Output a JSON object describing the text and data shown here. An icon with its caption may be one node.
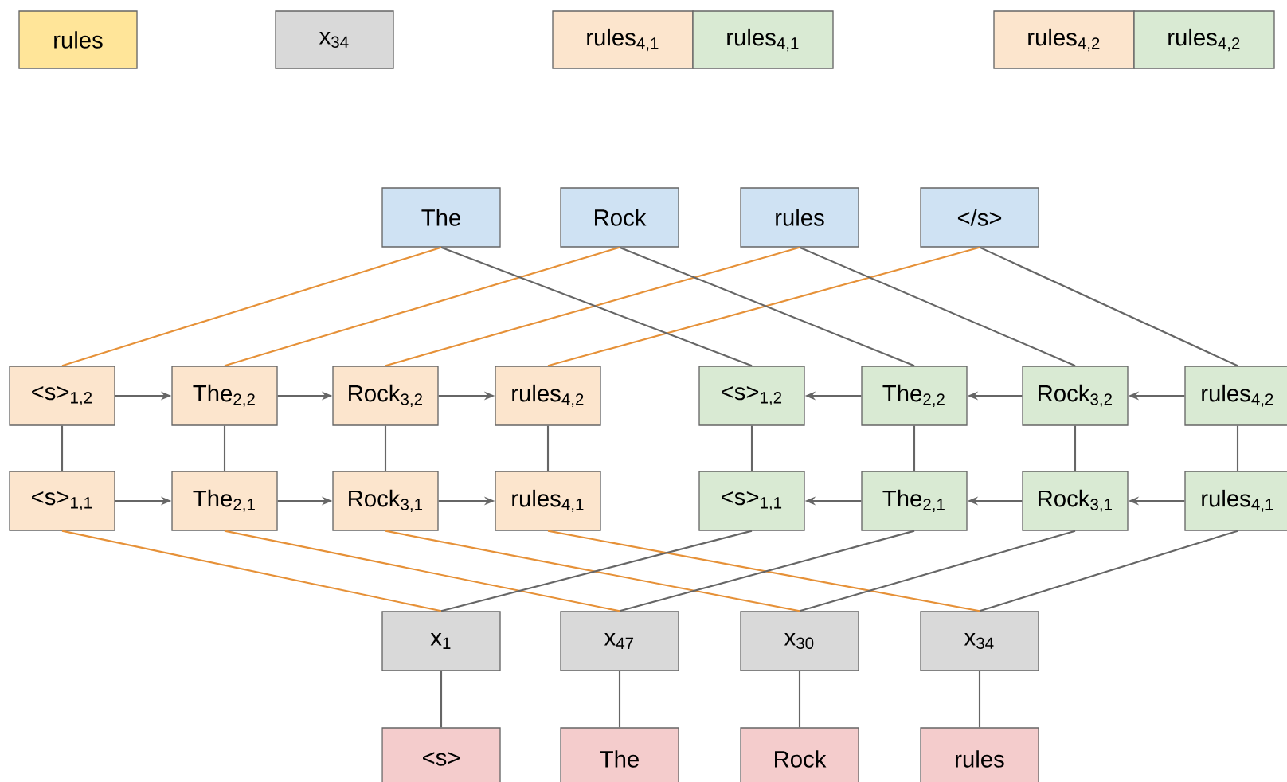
{
  "diagram": {
    "nodes": [
      {
        "text": [
          "rules"
        ]
      },
      {
        "text": [
          "x$_{34}$"
        ]
      },
      {
        "text": [
          "rules$_{4,1}$"
        ]
      },
      {
        "text": [
          "rules$_{4,1}$"
        ]
      },
      {
        "text": [
          "rules$_{4,2}$"
        ]
      },
      {
        "text": [
          "rules$_{4,2}$"
        ]
      },
      {
        "text": [
          "The"
        ]
      },
      {
        "text": [
          "Rock"
        ]
      },
      {
        "text": [
          "rules"
        ]
      },
      {
        "text": [
          "</s>"
        ]
      },
      {
        "text": [
          "<s>$_{1,2}$"
        ]
      },
      {
        "text": [
          "The$_{2,2}$"
        ]
      },
      {
        "text": [
          "Rock$_{3,2}$"
        ]
      },
      {
        "text": [
          "rules$_{4,2}$"
        ]
      },
      {
        "text": [
          "<s>$_{1,2}$"
        ]
      },
      {
        "text": [
          "The$_{2,2}$"
        ]
      },
      {
        "text": [
          "Rock$_{3,2}$"
        ]
      },
      {
        "text": [
          "rules$_{4,2}$"
        ]
      },
      {
        "text": [
          "<s>$_{1,1}$"
        ]
      },
      {
        "text": [
          "The$_{2,1}$"
        ]
      },
      {
        "text": [
          "Rock$_{3,1}$"
        ]
      },
      {
        "text": [
          "rules$_{4,1}$"
        ]
      },
      {
        "text": [
          "<s>$_{1,1}$"
        ]
      },
      {
        "text": [
          "The$_{2,1}$"
        ]
      },
      {
        "text": [
          "Rock$_{3,1}$"
        ]
      },
      {
        "text": [
          "rules$_{4,1}$"
        ]
      },
      {
        "text": [
          "x$_{1}$"
        ]
      },
      {
        "text": [
          "x$_{47}$"
        ]
      },
      {
        "text": [
          "x$_{30}$"
        ]
      },
      {
        "text": [
          "x$_{34}$"
        ]
      },
      {
        "text": [
          "<s>"
        ]
      },
      {
        "text": [
          "The"
        ]
      },
      {
        "text": [
          "Rock"
        ]
      },
      {
        "text": [
          "rules"
        ]
      }
    ],
    "edges": [
      {
        "from": 6,
        "to": 10,
        "arrow": "none",
        "color": "#e69138"
      },
      {
        "from": 7,
        "to": 11,
        "arrow": "none",
        "color": "#e69138"
      },
      {
        "from": 8,
        "to": 12,
        "arrow": "none",
        "color": "#e69138"
      },
      {
        "from": 9,
        "to": 13,
        "arrow": "none",
        "color": "#e69138"
      },
      {
        "from": 6,
        "to": 14,
        "arrow": "none"
      },
      {
        "from": 7,
        "to": 15,
        "arrow": "none"
      },
      {
        "from": 8,
        "to": 16,
        "arrow": "none"
      },
      {
        "from": 9,
        "to": 17,
        "arrow": "none"
      },
      {
        "from": 10,
        "to": 11,
        "arrow": "to"
      },
      {
        "from": 11,
        "to": 12,
        "arrow": "to"
      },
      {
        "from": 12,
        "to": 13,
        "arrow": "to"
      },
      {
        "from": 17,
        "to": 16,
        "arrow": "to"
      },
      {
        "from": 16,
        "to": 15,
        "arrow": "to"
      },
      {
        "from": 15,
        "to": 14,
        "arrow": "to"
      },
      {
        "from": 10,
        "to": 18,
        "arrow": "none"
      },
      {
        "from": 11,
        "to": 19,
        "arrow": "none"
      },
      {
        "from": 12,
        "to": 20,
        "arrow": "none"
      },
      {
        "from": 13,
        "to": 21,
        "arrow": "none"
      },
      {
        "from": 14,
        "to": 22,
        "arrow": "none"
      },
      {
        "from": 15,
        "to": 23,
        "arrow": "none"
      },
      {
        "from": 16,
        "to": 24,
        "arrow": "none"
      },
      {
        "from": 17,
        "to": 25,
        "arrow": "none"
      },
      {
        "from": 18,
        "to": 19,
        "arrow": "to"
      },
      {
        "from": 19,
        "to": 20,
        "arrow": "to"
      },
      {
        "from": 20,
        "to": 21,
        "arrow": "to"
      },
      {
        "from": 25,
        "to": 24,
        "arrow": "to"
      },
      {
        "from": 24,
        "to": 23,
        "arrow": "to"
      },
      {
        "from": 23,
        "to": 22,
        "arrow": "to"
      },
      {
        "from": 18,
        "to": 26,
        "arrow": "none",
        "color": "#e69138"
      },
      {
        "from": 19,
        "to": 27,
        "arrow": "none",
        "color": "#e69138"
      },
      {
        "from": 20,
        "to": 28,
        "arrow": "none",
        "color": "#e69138"
      },
      {
        "from": 21,
        "to": 29,
        "arrow": "none",
        "color": "#e69138"
      },
      {
        "from": 22,
        "to": 26,
        "arrow": "none"
      },
      {
        "from": 23,
        "to": 27,
        "arrow": "none"
      },
      {
        "from": 24,
        "to": 28,
        "arrow": "none"
      },
      {
        "from": 25,
        "to": 29,
        "arrow": "none"
      },
      {
        "from": 26,
        "to": 30,
        "arrow": "none"
      },
      {
        "from": 27,
        "to": 31,
        "arrow": "none"
      },
      {
        "from": 28,
        "to": 32,
        "arrow": "none"
      },
      {
        "from": 29,
        "to": 33,
        "arrow": "none"
      }
    ]
  }
}
